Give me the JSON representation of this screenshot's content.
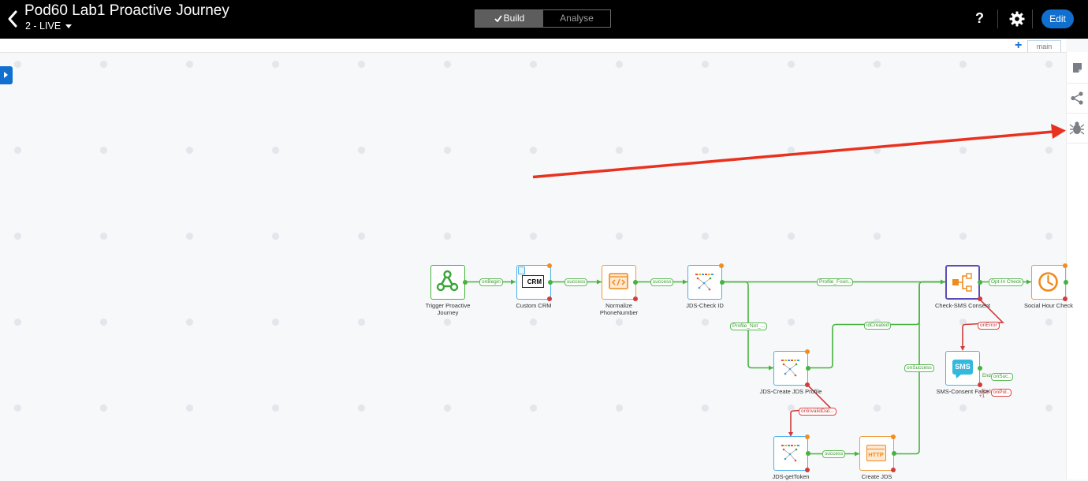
{
  "header": {
    "title": "Pod60 Lab1 Proactive Journey",
    "version": "2 - LIVE",
    "modes": {
      "build": "Build",
      "analyse": "Analyse"
    },
    "help": "?",
    "edit": "Edit",
    "add_flow": "+",
    "flow_tab": "main"
  },
  "nodes": {
    "trigger": "Trigger Proactive Journey",
    "crm": "Custom CRM",
    "crm_icon_text": "CRM",
    "normalize": "Normalize PhoneNumber",
    "check_id": "JDS-Check ID",
    "check_sms": "Check-SMS Consent",
    "social": "Social Hour Check",
    "create_profile": "JDS-Create JDS Profile",
    "sms_false": "SMS-Consent False",
    "sms_icon_text": "SMS",
    "get_token": "JDS-getToken",
    "create_jds": "Create JDS",
    "http_icon_text": "HTTP"
  },
  "edges": {
    "on_begin": "onBegin",
    "success1": "success",
    "success2": "success",
    "profile_found": "Profile_Foun..",
    "opt_in_check": "Opt-In Check",
    "profile_not": "Profile_Not_...",
    "id_created": "idCreated",
    "on_error": "onError",
    "on_success": "onSuccess",
    "on_invalid": "onInvalidDat...",
    "success3": "success",
    "end1": "End",
    "end1_label": "onSuc..",
    "end2": "End",
    "end2_label": "onPol..",
    "plus_one": "+1"
  },
  "colors": {
    "accent": "#1170cf",
    "edge_success": "#46b33d",
    "edge_error": "#d13c3c",
    "annotation_arrow": "#e8321f"
  },
  "icons": {
    "back": "chevron-left-icon",
    "check": "check-icon",
    "settings": "gear-icon",
    "rail": [
      "note-icon",
      "share-icon",
      "bug-icon"
    ]
  }
}
